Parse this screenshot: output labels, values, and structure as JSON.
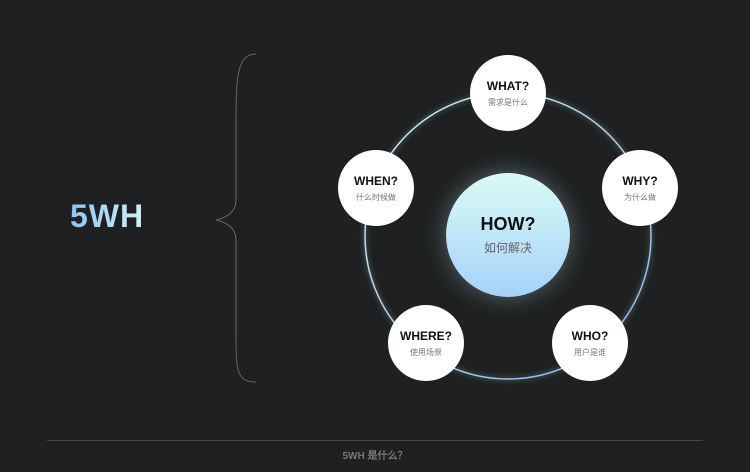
{
  "title": "5WH",
  "center": {
    "title": "HOW?",
    "subtitle": "如何解决"
  },
  "nodes": [
    {
      "title": "WHAT?",
      "subtitle": "需求是什么"
    },
    {
      "title": "WHY?",
      "subtitle": "为什么做"
    },
    {
      "title": "WHO?",
      "subtitle": "用户是谁"
    },
    {
      "title": "WHERE?",
      "subtitle": "使用场景"
    },
    {
      "title": "WHEN?",
      "subtitle": "什么时候做"
    }
  ],
  "caption": "5WH 是什么？"
}
